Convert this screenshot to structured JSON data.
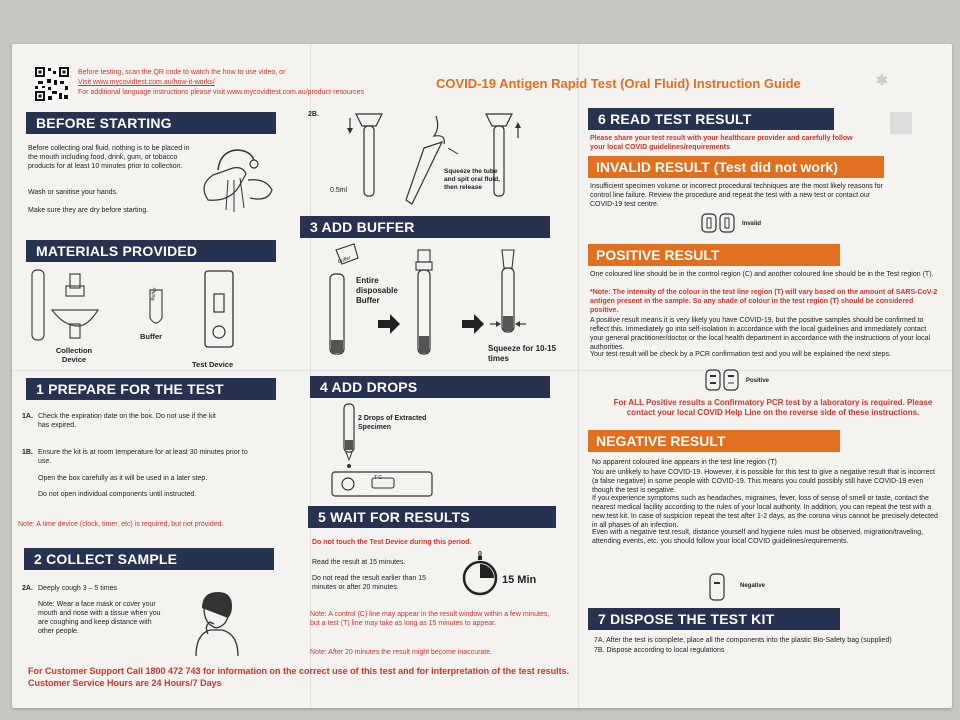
{
  "header": {
    "qr_line1": "Before testing, scan the QR code to watch the how to use video, or",
    "qr_line2": "Visit www.mycovidtest.com.au/how-it-works/",
    "qr_line3": "For additional language instructions please visit www.mycovidtest.com.au/product-resources",
    "title": "COVID-19 Antigen Rapid Test (Oral Fluid) Instruction Guide"
  },
  "before_starting": {
    "heading": "BEFORE STARTING",
    "para1": "Before collecting oral fluid, nothing is to be placed in the mouth including food, drink, gum, or tobacco products for at least 10 minutes prior to collection.",
    "para2": "Wash or sanitise your hands.",
    "para3": "Make sure they are dry before starting."
  },
  "materials": {
    "heading": "MATERIALS PROVIDED",
    "collection": "Collection Device",
    "buffer_label": "Buffer",
    "buffer_tag": "Buffer",
    "test_device": "Test Device"
  },
  "prepare": {
    "heading": "1 PREPARE FOR THE TEST",
    "step_1a_label": "1A.",
    "step_1a": "Check the expiration date on the box. Do not use if the kit has expired.",
    "step_1b_label": "1B.",
    "step_1b": "Ensure the kit is at room temperature for at least 30 minutes prior to use.",
    "step_1b_2": "Open the box carefully as it will be used in a later step.",
    "step_1b_3": "Do not open individual components until instructed.",
    "note": "Note: A time device (clock, timer, etc) is required, but not provided."
  },
  "collect": {
    "heading": "2 COLLECT SAMPLE",
    "step_2a_label": "2A.",
    "step_2a": "Deeply cough 3 – 5 times",
    "note": "Note: Wear a face mask or cover your mouth and nose with a tissue when you are coughing and keep distance with other people."
  },
  "step_2b": {
    "label": "2B.",
    "volume": "0.5ml",
    "caption": "Squeeze the tube and spit oral fluid, then release"
  },
  "add_buffer": {
    "heading": "3 ADD BUFFER",
    "buffer_tag": "Buffer",
    "entire": "Entire disposable Buffer",
    "squeeze": "Squeeze for 10-15 times"
  },
  "add_drops": {
    "heading": "4 ADD DROPS",
    "caption": "2 Drops of Extracted Specimen",
    "device_marks": "T  C"
  },
  "wait": {
    "heading": "5 WAIT FOR RESULTS",
    "warning": "Do not touch the Test Device during this period.",
    "read": "Read the result at 15 minutes.",
    "dont_read": "Do not read the result earlier than 15 minutes or after 20 minutes.",
    "timer_zero": "0",
    "timer_label": "15 Min",
    "note1": "Note: A control (C) line may appear in the result window within a few minutes, but a test (T) line may take as long as 15 minutes to appear.",
    "note2": "Note: After 20 minutes the result might become inaccurate."
  },
  "read_result": {
    "heading": "6 READ TEST RESULT",
    "sub": "Please share your test result with your healthcare provider and carefully follow your local COVID guidelines/requirements"
  },
  "invalid": {
    "heading": "INVALID RESULT (Test did not work)",
    "text": "Insufficient specimen volume or incorrect procedural techniques are the most likely reasons for control line failure. Review the procedure and repeat the test with a new test or contact our COVID-19 test centre.",
    "label": "Invalid"
  },
  "positive": {
    "heading": "POSITIVE RESULT",
    "text1": "One coloured line should be in the control region (C) and another coloured line should be in the Test region (T).",
    "note": "*Note: The intensity of the colour in the test line region (T) will vary based on the amount of SARS-CoV-2 antigen present in the sample. So any shade of colour in the test region (T) should be considered positive.",
    "text2": "A positive result means it is very likely you have COVID-19, but the positive samples should be confirmed to reflect this. Immediately go into self-isolation in accordance with the local guidelines and immediately contact your general practitioner/doctor or the local health department in accordance with the instructions of your local authorities.",
    "text3": "Your test result will be check by a PCR confirmation test and you will be explained the next steps.",
    "label": "Positive",
    "confirm": "For ALL Positive results a Confirmatory PCR test by a laboratory is required. Please contact your local COVID Help Line on the reverse side of these instructions."
  },
  "negative": {
    "heading": "NEGATIVE RESULT",
    "text1": "No apparent coloured line appears in the test line region (T)",
    "text2": "You are unlikely to have COVID-19. However, it is possible for this test to give a negative result that is incorrect (a false negative) in some people with COVID-19. This means you could possibly still have COVID-19 even though the test is negative.",
    "text3": "If you experience symptoms such as headaches, migraines, fever, loss of sense of smell or taste, contact the nearest medical facility according to the rules of your local authority. In addition, you can repeat the test with a new test kit. In case of suspicion repeat the test after 1-2 days, as the corona virus cannot be precisely detected in all phases of an infection.",
    "text4": "Even with a negative test result, distance yourself and hygiene rules must be observed, migration/traveling, attending events, etc. you should follow your local COVID guidelines/requirements.",
    "label": "Negative"
  },
  "dispose": {
    "heading": "7 DISPOSE THE TEST KIT",
    "step_7a": "7A. After the test is complete, place all the components into the plastic Bio-Safety bag (supplied)",
    "step_7b": "7B. Dispose according to local regulations"
  },
  "footer": {
    "line1": "For Customer Support Call 1800 472 743 for information on the correct use of this test and for interpretation of the test results.",
    "line2": "Customer Service Hours are 24 Hours/7 Days"
  },
  "colors": {
    "navy": "#26324f",
    "orange": "#e0701f",
    "red": "#d0352a"
  }
}
